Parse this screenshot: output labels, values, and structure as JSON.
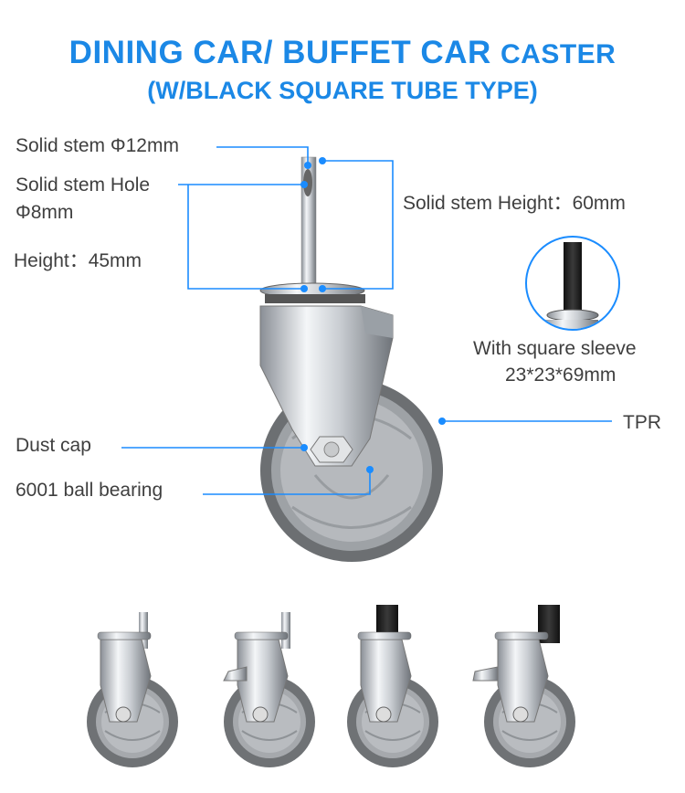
{
  "title": {
    "line1_main": "DINING CAR/ BUFFET CAR ",
    "line1_small": "CASTER",
    "line2": "(W/BLACK SQUARE TUBE TYPE)"
  },
  "labels": {
    "stem_diameter": "Solid stem Φ12mm",
    "stem_hole_line1": "Solid stem Hole",
    "stem_hole_line2": "Φ8mm",
    "height": "Height：45mm",
    "stem_height": "Solid stem Height：60mm",
    "sleeve_line1": "With square sleeve",
    "sleeve_line2": "23*23*69mm",
    "tpr": "TPR",
    "dust_cap": "Dust cap",
    "bearing": "6001 ball bearing"
  },
  "colors": {
    "accent": "#1b88e6",
    "callout": "#1a8cff",
    "text": "#3f3f3f"
  }
}
